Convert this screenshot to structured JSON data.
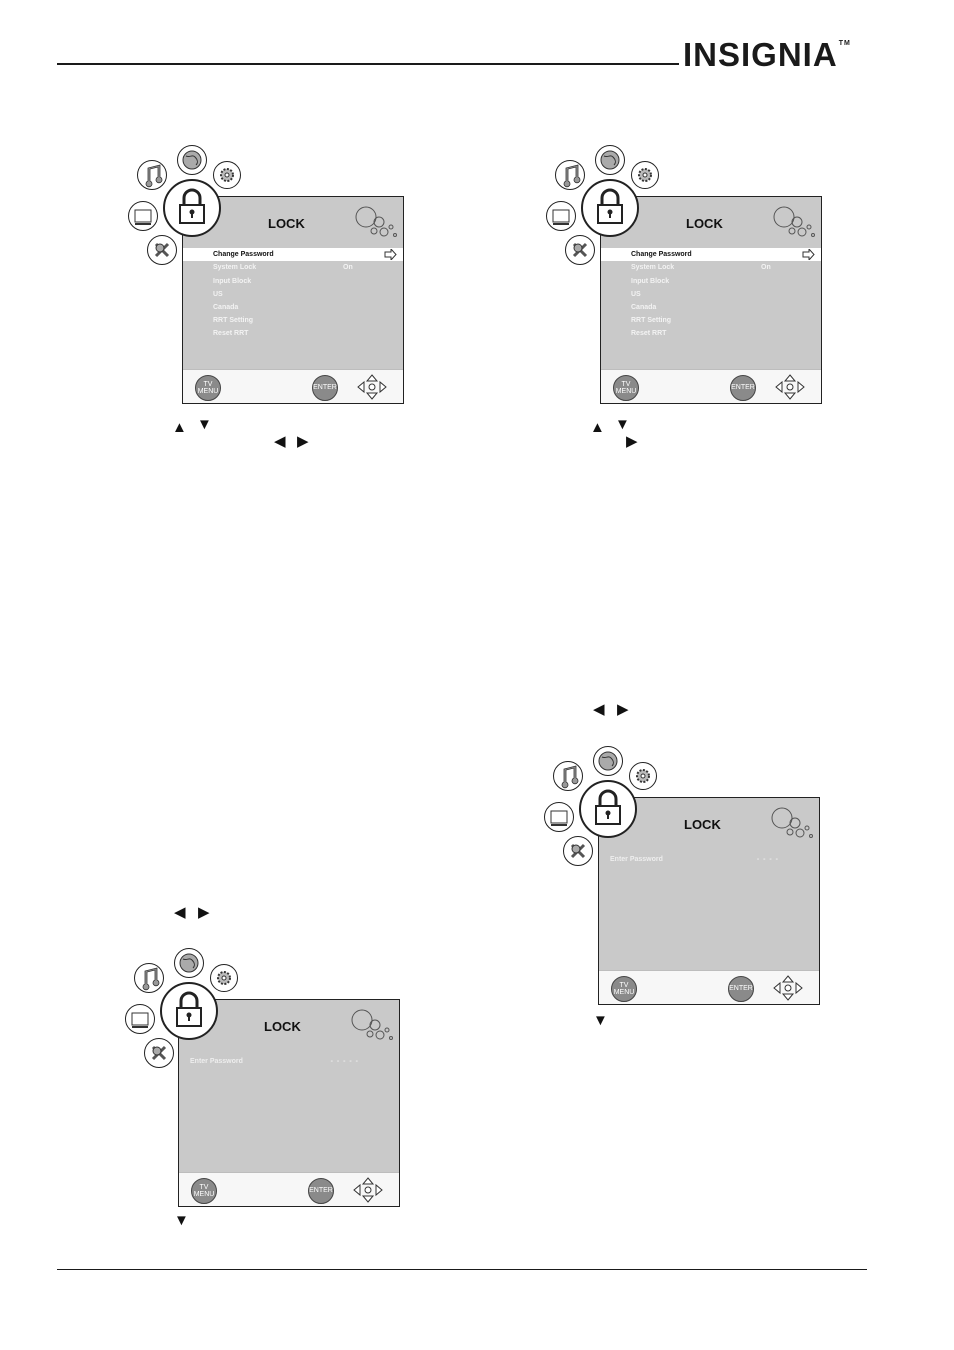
{
  "header": {
    "brand": "INSIGNIA",
    "trademark": "TM"
  },
  "screens": [
    {
      "title": "LOCK",
      "items": [
        {
          "label": "Change Password",
          "value": "",
          "selected": true
        },
        {
          "label": "System Lock",
          "value": "On",
          "selected": false
        },
        {
          "label": "Input Block",
          "value": "",
          "selected": false
        },
        {
          "label": "US",
          "value": "",
          "selected": false
        },
        {
          "label": "Canada",
          "value": "",
          "selected": false
        },
        {
          "label": "RRT Setting",
          "value": "",
          "selected": false
        },
        {
          "label": "Reset RRT",
          "value": "",
          "selected": false
        }
      ],
      "footer": {
        "menu_label": "TV MENU",
        "enter_label": "ENTER"
      }
    },
    {
      "title": "LOCK",
      "items": [
        {
          "label": "Change Password",
          "value": "",
          "selected": true
        },
        {
          "label": "System Lock",
          "value": "On",
          "selected": false
        },
        {
          "label": "Input Block",
          "value": "",
          "selected": false
        },
        {
          "label": "US",
          "value": "",
          "selected": false
        },
        {
          "label": "Canada",
          "value": "",
          "selected": false
        },
        {
          "label": "RRT Setting",
          "value": "",
          "selected": false
        },
        {
          "label": "Reset RRT",
          "value": "",
          "selected": false
        }
      ],
      "footer": {
        "menu_label": "TV MENU",
        "enter_label": "ENTER"
      }
    },
    {
      "title": "LOCK",
      "password_label": "Enter Password",
      "password_value": "- - - - -",
      "footer": {
        "menu_label": "TV MENU",
        "enter_label": "ENTER"
      }
    },
    {
      "title": "LOCK",
      "password_label": "Enter Password",
      "password_value": "- - - -",
      "footer": {
        "menu_label": "TV MENU",
        "enter_label": "ENTER"
      }
    }
  ],
  "button_glyphs": {
    "up": "▲",
    "down": "▼",
    "left": "◀",
    "right": "▶"
  }
}
